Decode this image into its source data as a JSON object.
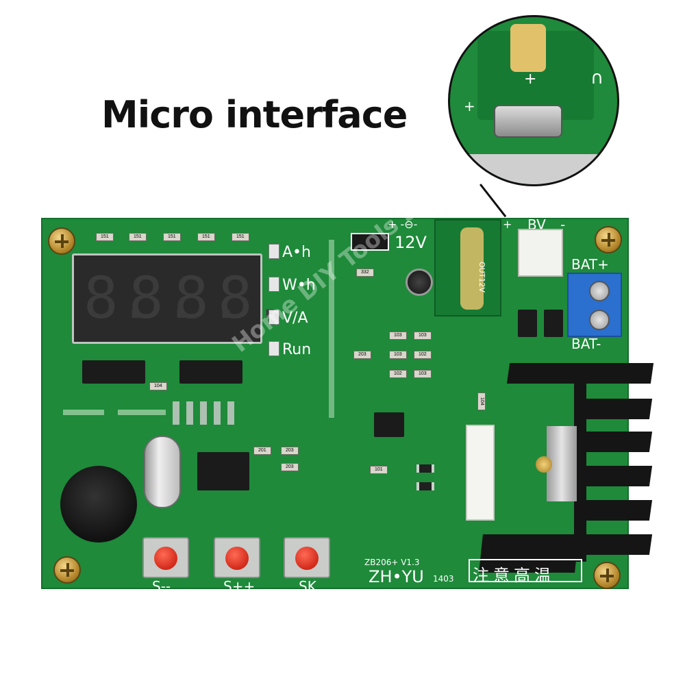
{
  "headline": "Micro interface",
  "magnifier": {
    "plus": "+",
    "dot": "•",
    "sym_right": "∩"
  },
  "board": {
    "labels": {
      "ah": "A•h",
      "wh": "W•h",
      "va": "V/A",
      "run": "Run",
      "v12": "12V",
      "plus_sym": "+ -⊖-",
      "bv": "BV",
      "minus": "-",
      "plus": "+",
      "bat_plus": "BAT+",
      "bat_minus": "BAT-",
      "out12v": "OUT12V",
      "model": "ZB206+ V1.3",
      "maker": "ZH•YU",
      "code": "1403",
      "chinese": "注意高温",
      "btn1": "S--",
      "btn2": "S++",
      "btn3": "SK"
    },
    "display_digits": [
      "8.",
      "8.",
      "8.",
      "8."
    ],
    "smd_codes": [
      "151",
      "151",
      "151",
      "151",
      "151",
      "104",
      "332",
      "103",
      "103",
      "203",
      "103",
      "102",
      "102",
      "103",
      "104",
      "201",
      "203",
      "203",
      "101"
    ]
  },
  "watermark": "Home DIY Tools Store",
  "colors": {
    "pcb": "#1e8a3a",
    "silkscreen": "#ffffff",
    "terminal": "#2b6fcf",
    "button_cap": "#d22a1a"
  }
}
